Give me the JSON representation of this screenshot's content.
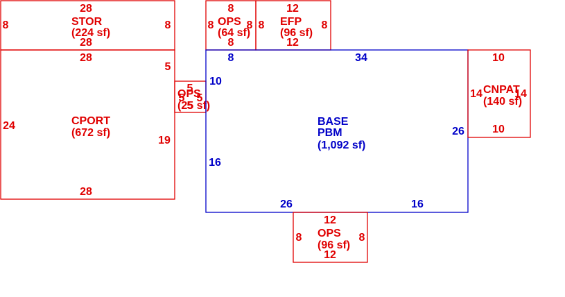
{
  "colors": {
    "base": "#0000c8",
    "addon": "#e00000",
    "background": "#ffffff"
  },
  "areas": [
    {
      "id": "stor",
      "type": "addon",
      "name": "STOR",
      "area": "(224 sf)",
      "dims": {
        "top": "28",
        "bottom": "28",
        "left": "8",
        "right": "8"
      }
    },
    {
      "id": "ops-top",
      "type": "addon",
      "name": "OPS",
      "area": "(64 sf)",
      "dims": {
        "top": "8",
        "bottom": "8",
        "left": "8",
        "right": "8"
      }
    },
    {
      "id": "efp",
      "type": "addon",
      "name": "EFP",
      "area": "(96 sf)",
      "dims": {
        "top": "12",
        "bottom": "12",
        "left": "8",
        "right": "8"
      }
    },
    {
      "id": "cport",
      "type": "addon",
      "name": "CPORT",
      "area": "(672 sf)",
      "dims": {
        "top": "28",
        "bottom": "28",
        "left": "24",
        "right_upper": "5",
        "right_lower": "19"
      }
    },
    {
      "id": "ops-small",
      "type": "addon",
      "name": "OPS",
      "area": "(25 sf)",
      "dims": {
        "top": "5",
        "bottom": "5",
        "left": "5",
        "right": "5"
      }
    },
    {
      "id": "base",
      "type": "base",
      "name": "BASE",
      "name2": "PBM",
      "area": "(1,092 sf)",
      "dims": {
        "top_left": "8",
        "top": "34",
        "left_upper": "10",
        "left_lower": "16",
        "right": "26",
        "bottom_left": "26",
        "bottom_right": "16"
      }
    },
    {
      "id": "cnpat",
      "type": "addon",
      "name": "CNPAT",
      "area": "(140 sf)",
      "dims": {
        "top": "10",
        "bottom": "10",
        "left": "14",
        "right": "14"
      }
    },
    {
      "id": "ops-bottom",
      "type": "addon",
      "name": "OPS",
      "area": "(96 sf)",
      "dims": {
        "top": "12",
        "bottom": "12",
        "left": "8",
        "right": "8"
      }
    }
  ]
}
